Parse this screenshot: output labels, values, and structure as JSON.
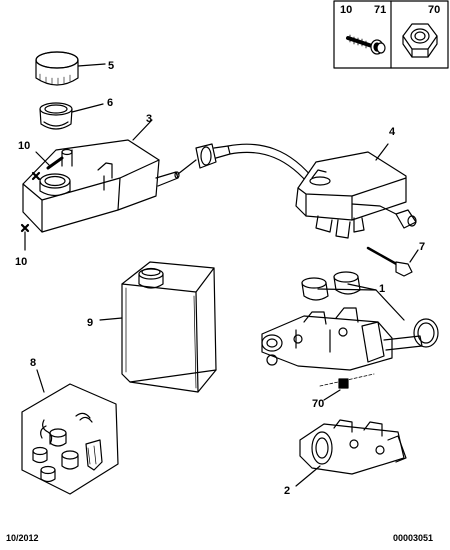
{
  "legend": {
    "left_codes": "10",
    "left_codes_b": "71",
    "right_code": "70"
  },
  "callouts": {
    "c5": "5",
    "c6": "6",
    "c3": "3",
    "c10a": "10",
    "c10b": "10",
    "c4": "4",
    "c7": "7",
    "c9": "9",
    "c1": "1",
    "c8": "8",
    "c70": "70",
    "c2": "2"
  },
  "footer": {
    "date": "10/2012",
    "ref": "00003051"
  }
}
